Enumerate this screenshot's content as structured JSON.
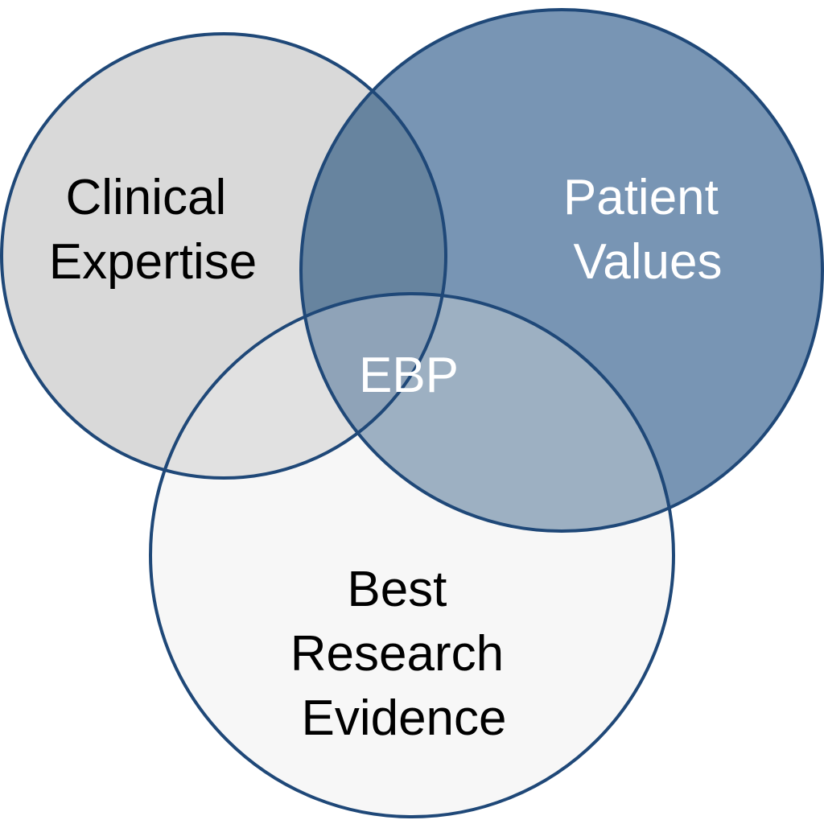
{
  "diagram": {
    "circles": [
      {
        "id": "clinical",
        "label_lines": [
          "Clinical",
          "Expertise"
        ],
        "fill": "#d9d9d9",
        "text_color": "#000000"
      },
      {
        "id": "patient",
        "label_lines": [
          "Patient",
          "Values"
        ],
        "fill": "#7895b4",
        "text_color": "#ffffff"
      },
      {
        "id": "research",
        "label_lines": [
          "Best",
          "Research",
          "Evidence"
        ],
        "fill": "#f7f7f7",
        "text_color": "#000000"
      }
    ],
    "intersections": {
      "clinical_patient": "#67849f",
      "clinical_research": "#e1e1e1",
      "patient_research": "#9db0c2",
      "all": "#8fa3b8"
    },
    "center_label": "EBP",
    "center_text_color": "#ffffff",
    "outline_color": "#1f4878"
  }
}
